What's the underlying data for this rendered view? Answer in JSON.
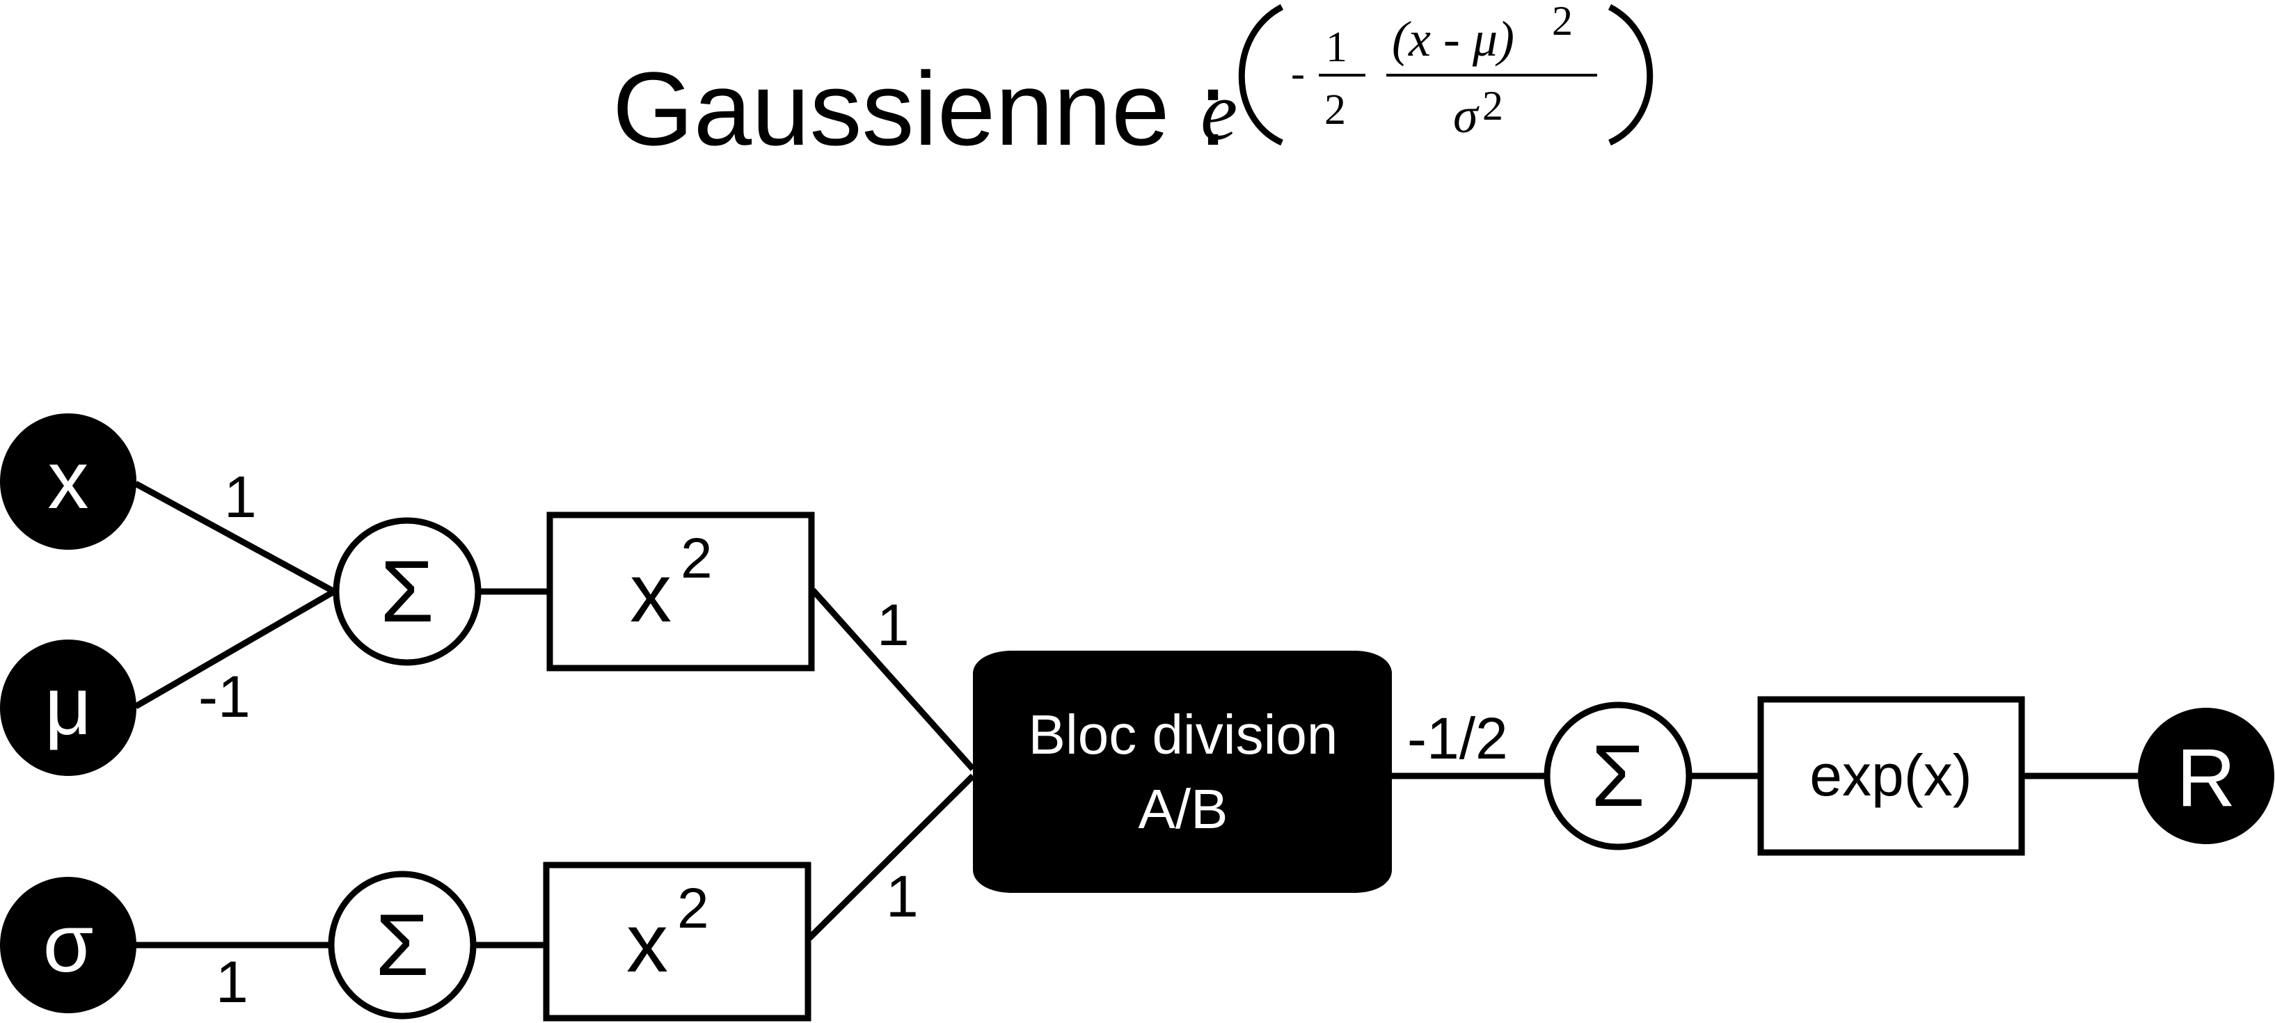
{
  "title": {
    "label": "Gaussienne :",
    "formula": {
      "base": "e",
      "minus": "-",
      "half_num": "1",
      "half_den": "2",
      "numerator": "(x - μ)",
      "num_exp": "2",
      "denominator": "σ",
      "den_exp": "2"
    }
  },
  "inputs": {
    "x": "x",
    "mu": "μ",
    "sigma": "σ"
  },
  "weights": {
    "x_sum1": "1",
    "mu_sum1": "-1",
    "sq1_div": "1",
    "sigma_sum2": "1",
    "sq2_div": "1",
    "div_sum3": "-1/2"
  },
  "nodes": {
    "sum_symbol": "Σ",
    "square_base": "x",
    "square_exp": "2",
    "division_line1": "Bloc division",
    "division_line2": "A/B",
    "exp_label": "exp(x)",
    "output": "R"
  },
  "colors": {
    "ink": "#000000",
    "paper": "#ffffff"
  }
}
